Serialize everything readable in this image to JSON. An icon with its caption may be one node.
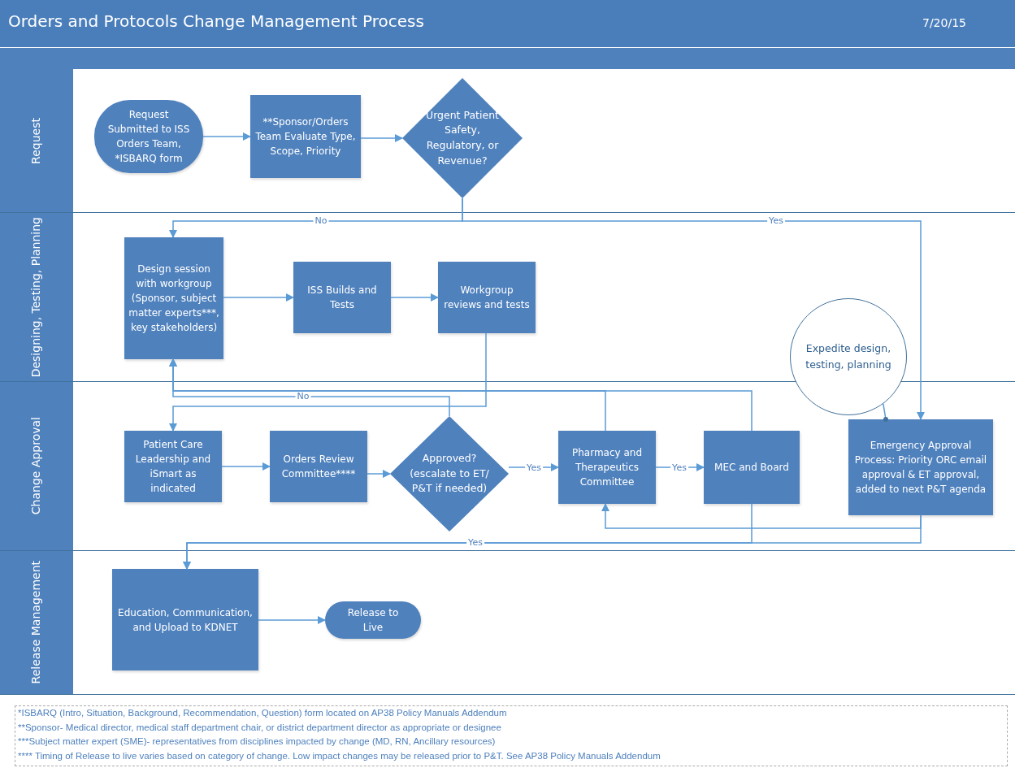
{
  "diagram": {
    "title": "Orders and Protocols Change Management Process",
    "nodes": [
      {
        "text": [
          "Request"
        ]
      },
      {
        "text": [
          "Designing, Testing, Planning"
        ]
      },
      {
        "text": [
          "Change Approval"
        ]
      },
      {
        "text": [
          "Release Management"
        ]
      },
      {
        "text": [
          "Request Submitted to ISS Orders Team, *ISBARQ form"
        ],
        "in": 0
      },
      {
        "text": [
          "**Sponsor/Orders Team Evaluate Type, Scope, Priority"
        ],
        "in": 0
      },
      {
        "text": [
          "Urgent Patient Safety, Regulatory, or Revenue?"
        ],
        "in": 0
      },
      {
        "text": [
          "Design session with workgroup (Sponsor, subject matter experts***, key stakeholders)"
        ],
        "in": 1
      },
      {
        "text": [
          "ISS Builds and Tests"
        ],
        "in": 1
      },
      {
        "text": [
          "Workgroup reviews and tests"
        ],
        "in": 1
      },
      {
        "text": [
          "Expedite design, testing, planning"
        ]
      },
      {
        "text": [
          "Patient Care Leadership and iSmart as indicated"
        ],
        "in": 2
      },
      {
        "text": [
          "Orders Review Committee****"
        ],
        "in": 2
      },
      {
        "text": [
          "Approved? (escalate to ET/ P&T if needed)"
        ],
        "in": 2
      },
      {
        "text": [
          "Pharmacy and Therapeutics Committee"
        ],
        "in": 2
      },
      {
        "text": [
          "MEC and Board"
        ],
        "in": 2
      },
      {
        "text": [
          "Emergency Approval Process: Priority ORC email approval & ET approval, added to next P&T agenda"
        ],
        "in": 2
      },
      {
        "text": [
          "Education, Communication, and Upload to KDNET"
        ],
        "in": 3
      },
      {
        "text": [
          "Release to Live"
        ],
        "in": 3
      }
    ],
    "edges": [
      {
        "from": 4,
        "to": 5,
        "arrow": "to"
      },
      {
        "from": 5,
        "to": 6,
        "arrow": "to"
      },
      {
        "from": 6,
        "to": 7,
        "arrow": "to",
        "label": "No"
      },
      {
        "from": 6,
        "to": 16,
        "arrow": "to",
        "label": "Yes"
      },
      {
        "from": 7,
        "to": 8,
        "arrow": "to"
      },
      {
        "from": 8,
        "to": 9,
        "arrow": "to"
      },
      {
        "from": 9,
        "to": 11,
        "arrow": "to"
      },
      {
        "from": 13,
        "to": 7,
        "arrow": "to",
        "label": "No"
      },
      {
        "from": 14,
        "to": 7,
        "arrow": "to"
      },
      {
        "from": 15,
        "to": 7,
        "arrow": "to"
      },
      {
        "from": 10,
        "to": 16,
        "arrow": "other"
      },
      {
        "from": 11,
        "to": 12,
        "arrow": "to"
      },
      {
        "from": 12,
        "to": 13,
        "arrow": "to"
      },
      {
        "from": 13,
        "to": 14,
        "arrow": "to",
        "label": "Yes"
      },
      {
        "from": 14,
        "to": 15,
        "arrow": "to",
        "label": "Yes"
      },
      {
        "from": 16,
        "to": 14,
        "arrow": "to"
      },
      {
        "from": 15,
        "to": 17,
        "arrow": "to",
        "label": "Yes"
      },
      {
        "from": 16,
        "to": 17,
        "arrow": "to"
      },
      {
        "from": 17,
        "to": 18,
        "arrow": "to"
      }
    ],
    "labels": [
      "7/20/15",
      "*ISBARQ (Intro, Situation, Background, Recommendation, Question) form located on AP38 Policy Manuals Addendum",
      "**Sponsor- Medical director, medical staff department chair, or district department director as appropriate or designee",
      "***Subject matter expert (SME)- representatives from disciplines impacted by change (MD, RN, Ancillary resources)",
      "**** Timing of Release to live varies based on category of change. Low impact changes may be released prior to P&T.  See AP38 Policy Manuals Addendum"
    ]
  }
}
